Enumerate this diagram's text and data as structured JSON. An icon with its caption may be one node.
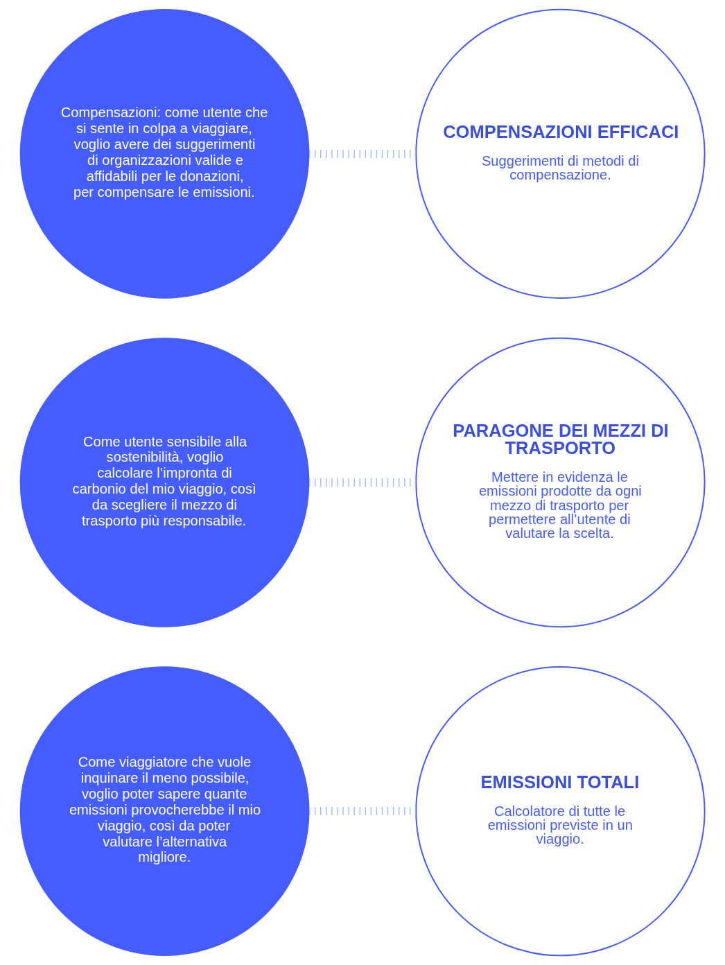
{
  "diagram": {
    "nodes": [
      {
        "text": [
          "Come viaggiatore che vuole inquinare il meno possibile, voglio poter sapere quante emissioni provocherebbe il mio viaggio, così da poter valutare l’alternativa migliore."
        ]
      },
      {
        "text": [
          "EMISSIONI TOTALI",
          "Calcolatore di tutte le emissioni previste in un viaggio."
        ]
      },
      {
        "text": [
          "Come utente sensibile alla sostenibilità, voglio calcolare l’impronta di carbonio del mio viaggio, così da scegliere il mezzo di trasporto più responsabile."
        ]
      },
      {
        "text": [
          "PARAGONE DEI MEZZI DI TRASPORTO",
          "Mettere in evidenza le emissioni prodotte da ogni mezzo di trasporto per permettere all’utente di valutare la scelta."
        ]
      },
      {
        "text": [
          "Compensazioni: come utente che si sente in colpa a viaggiare, voglio avere dei suggerimenti di organizzazioni valide e affidabili per le donazioni, per compensare le emissioni."
        ]
      },
      {
        "text": [
          "COMPENSAZIONI EFFICACI",
          "Suggerimenti di metodi di compensazione."
        ]
      }
    ],
    "edges": [
      {
        "from": 0,
        "to": 1,
        "arrow": "none"
      },
      {
        "from": 2,
        "to": 3,
        "arrow": "none"
      },
      {
        "from": 4,
        "to": 5,
        "arrow": "none"
      }
    ]
  }
}
